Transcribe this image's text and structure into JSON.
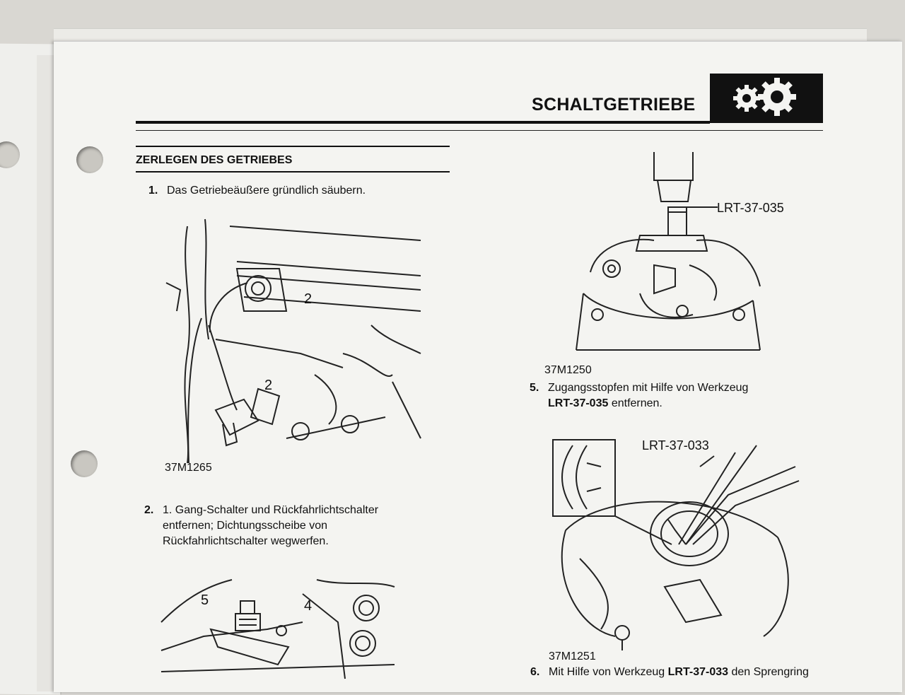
{
  "header": {
    "title": "SCHALTGETRIEBE",
    "icon": "gears-icon"
  },
  "section": {
    "title": "ZERLEGEN DES GETRIEBES"
  },
  "steps": [
    {
      "num": "1.",
      "text": "Das Getriebeäußere gründlich säubern."
    },
    {
      "num": "2.",
      "lines": [
        "1. Gang-Schalter und Rückfahrlichtschalter",
        "entfernen; Dichtungsscheibe von",
        "Rückfahrlichtschalter wegwerfen."
      ]
    },
    {
      "num": "5.",
      "line1": "Zugangsstopfen mit Hilfe von Werkzeug",
      "line2_bold": "LRT-37-035",
      "line2_rest": " entfernen."
    },
    {
      "num": "6.",
      "pre": "Mit Hilfe von Werkzeug ",
      "bold": "LRT-37-033",
      "post": " den Sprengring"
    }
  ],
  "figures": {
    "fig1": {
      "id": "37M1265",
      "callouts": [
        "2",
        "2"
      ]
    },
    "fig2": {
      "callouts": [
        "5",
        "4"
      ]
    },
    "fig3": {
      "id": "37M1250",
      "tool": "LRT-37-035"
    },
    "fig4": {
      "id": "37M1251",
      "tool": "LRT-37-033"
    }
  },
  "colors": {
    "ink": "#111111",
    "paper": "#f4f4f1"
  }
}
